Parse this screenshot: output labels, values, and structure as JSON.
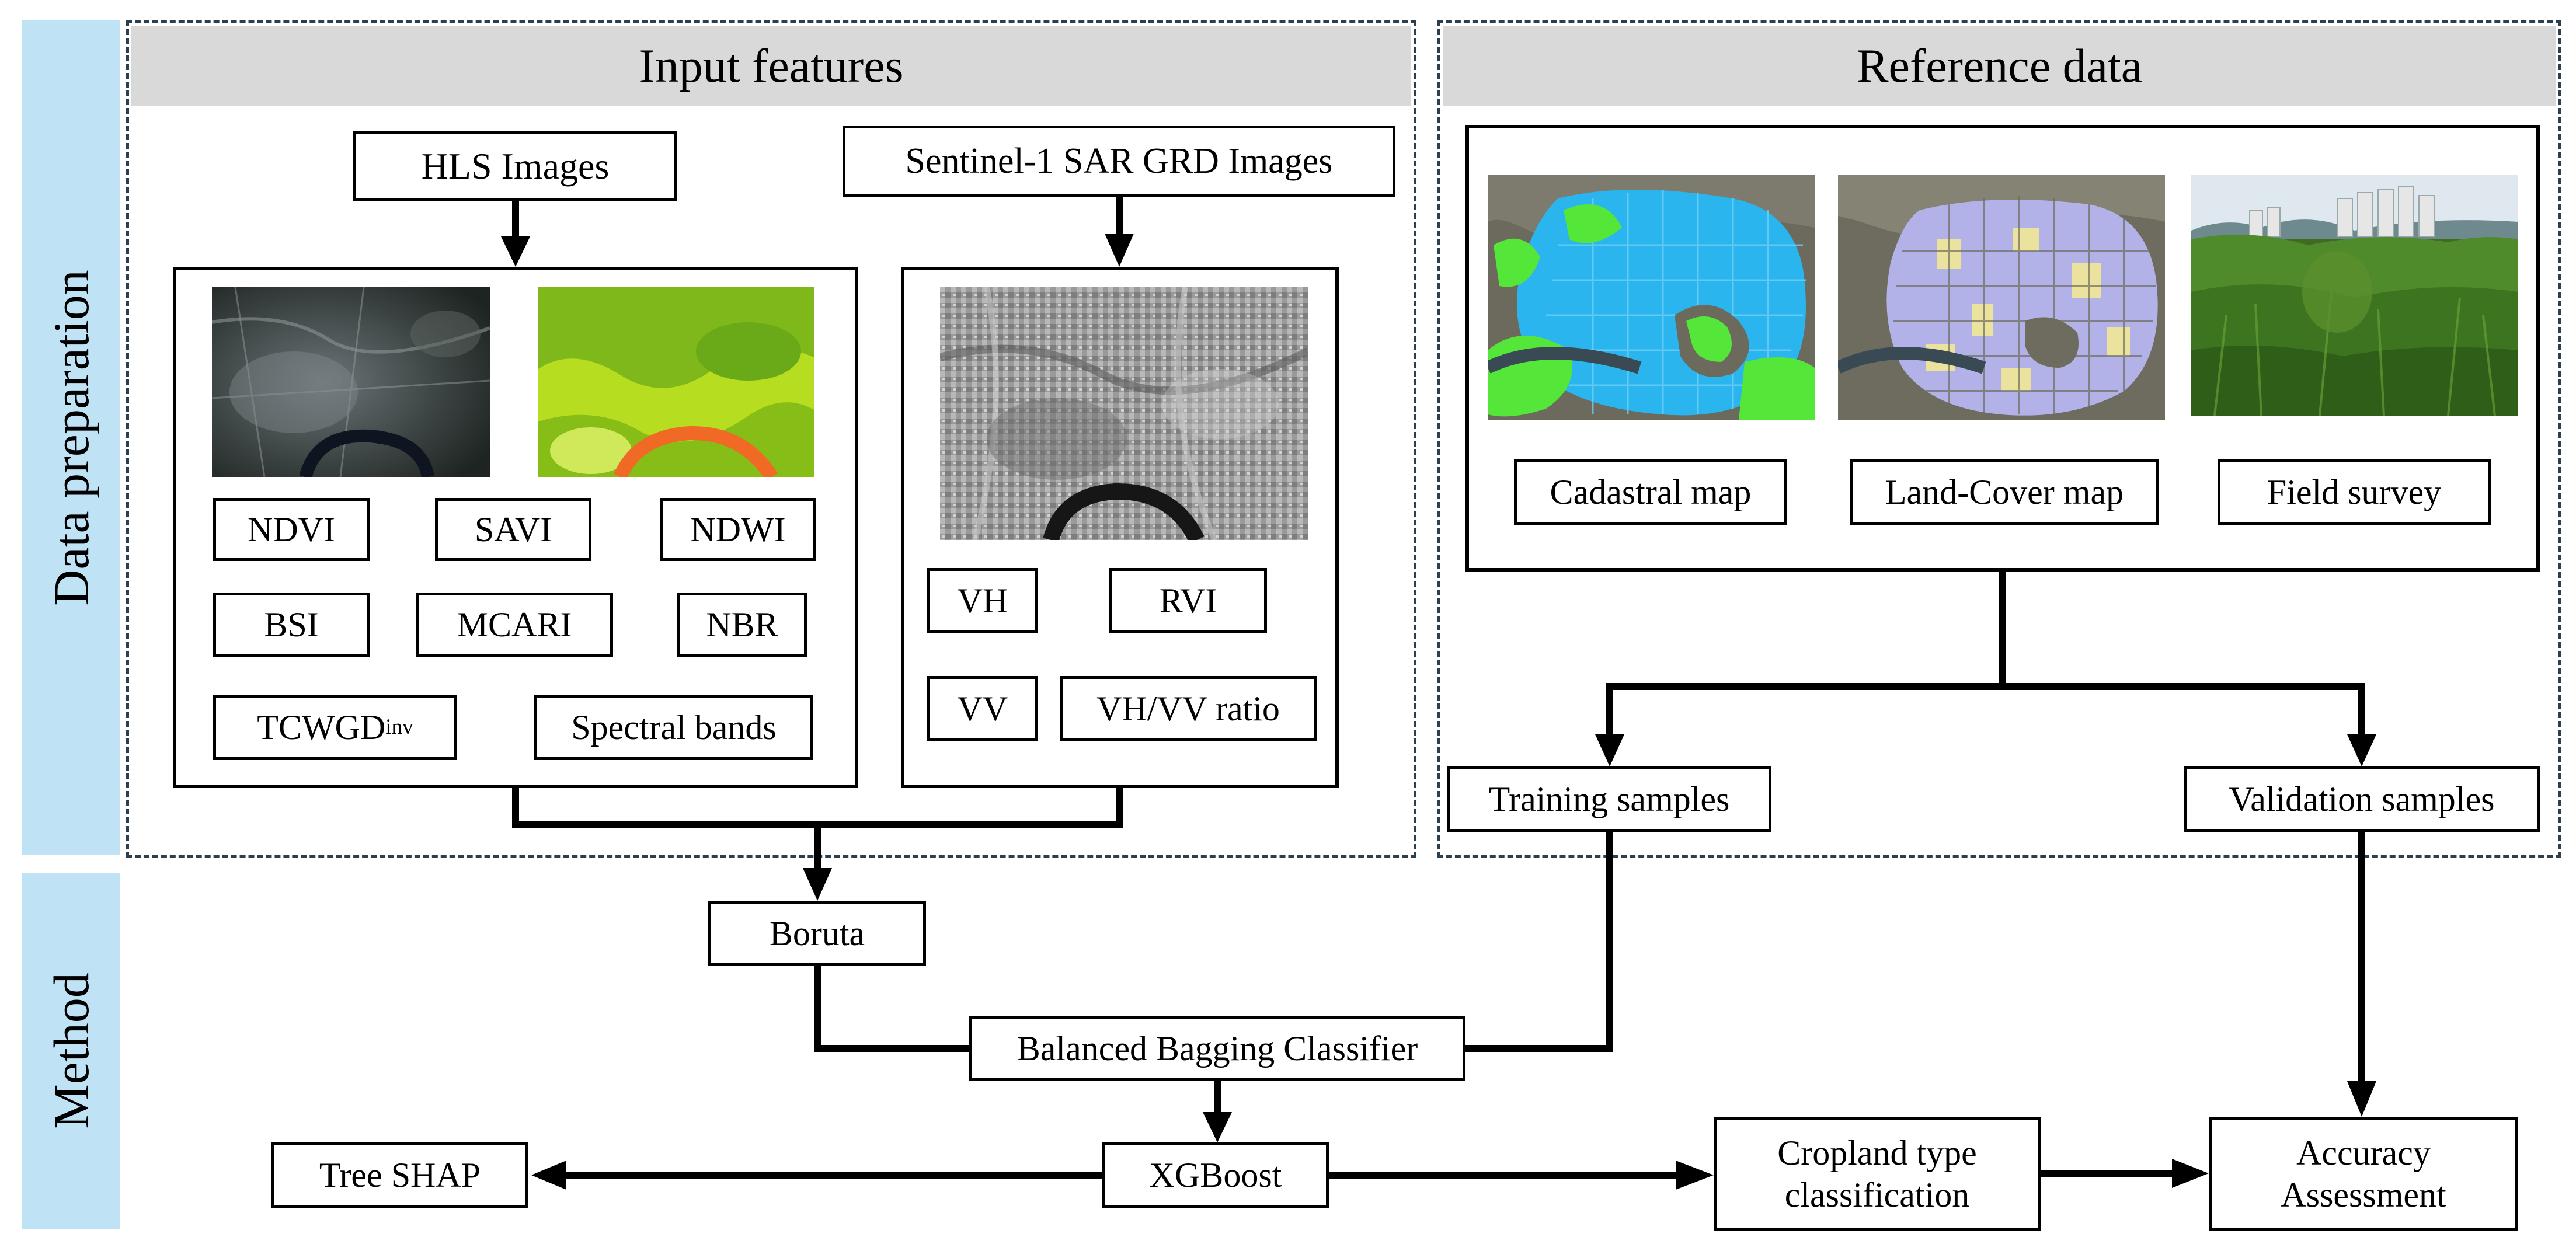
{
  "sidebar": {
    "data_preparation": "Data preparation",
    "method": "Method"
  },
  "input_features": {
    "title": "Input features",
    "hls_images": "HLS Images",
    "sentinel_images": "Sentinel-1 SAR GRD Images",
    "optical_indices": [
      "NDVI",
      "SAVI",
      "NDWI",
      "BSI",
      "MCARI",
      "NBR"
    ],
    "tcwgd": {
      "base": "TCWGD",
      "sub": "inv"
    },
    "spectral_bands": "Spectral bands",
    "sar_features": [
      "VH",
      "RVI",
      "VV",
      "VH/VV ratio"
    ]
  },
  "reference_data": {
    "title": "Reference data",
    "maps": [
      "Cadastral map",
      "Land-Cover map",
      "Field survey"
    ],
    "training_samples": "Training samples",
    "validation_samples": "Validation samples"
  },
  "method": {
    "boruta": "Boruta",
    "bbc": "Balanced Bagging Classifier",
    "xgboost": "XGBoost",
    "tree_shap": "Tree SHAP",
    "cropland": [
      "Cropland type",
      "classification"
    ],
    "accuracy": [
      "Accuracy",
      "Assessment"
    ]
  }
}
